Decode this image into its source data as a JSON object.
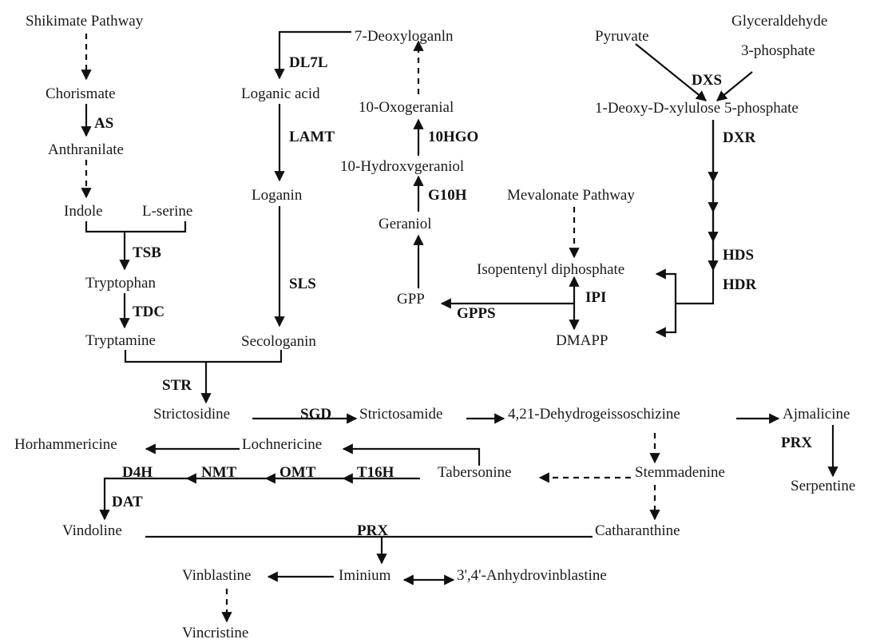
{
  "colors": {
    "background": "#ffffff",
    "ink": "#111111"
  },
  "nodes": {
    "shikimate_pathway": "Shikimate Pathway",
    "chorismate": "Chorismate",
    "anthranilate": "Anthranilate",
    "indole": "Indole",
    "l_serine": "L-serine",
    "tryptophan": "Tryptophan",
    "tryptamine": "Tryptamine",
    "deoxyloganin": "7-Deoxyloganln",
    "loganic_acid": "Loganic acid",
    "loganin": "Loganin",
    "secologanin": "Secologanin",
    "oxogeranial": "10-Oxogeranial",
    "hydroxygeraniol": "10-Hydroxvgeraniol",
    "geraniol": "Geraniol",
    "gpp": "GPP",
    "pyruvate": "Pyruvate",
    "glyceraldehyde": "Glyceraldehyde",
    "three_phosphate": "3-phosphate",
    "dxp": "1-Deoxy-D-xylulose 5-phosphate",
    "mevalonate_pathway": "Mevalonate Pathway",
    "ipp": "Isopentenyl diphosphate",
    "dmapp": "DMAPP",
    "strictosidine": "Strictosidine",
    "strictosamide": "Strictosamide",
    "dehydrogeissoschizine": "4,21-Dehydrogeissoschizine",
    "ajmalicine": "Ajmalicine",
    "serpentine": "Serpentine",
    "horhammericine": "Horhammericine",
    "lochnericine": "Lochnericine",
    "tabersonine": "Tabersonine",
    "stemmadenine": "Stemmadenine",
    "catharanthine": "Catharanthine",
    "vindoline": "Vindoline",
    "vinblastine": "Vinblastine",
    "iminium": "Iminium",
    "anhydrovinblastine": "3',4'-Anhydrovinblastine",
    "vincristine": "Vincristine"
  },
  "enzymes": {
    "as": "AS",
    "tsb": "TSB",
    "tdc": "TDC",
    "dl7l": "DL7L",
    "lamt": "LAMT",
    "sls": "SLS",
    "hgo": "10HGO",
    "g10h": "G10H",
    "gpps": "GPPS",
    "ipi": "IPI",
    "dxs": "DXS",
    "dxr": "DXR",
    "hds": "HDS",
    "hdr": "HDR",
    "str": "STR",
    "sgd": "SGD",
    "prx_ajmalicine": "PRX",
    "t16h": "T16H",
    "omt": "OMT",
    "nmt": "NMT",
    "d4h": "D4H",
    "dat": "DAT",
    "prx_coupling": "PRX"
  }
}
